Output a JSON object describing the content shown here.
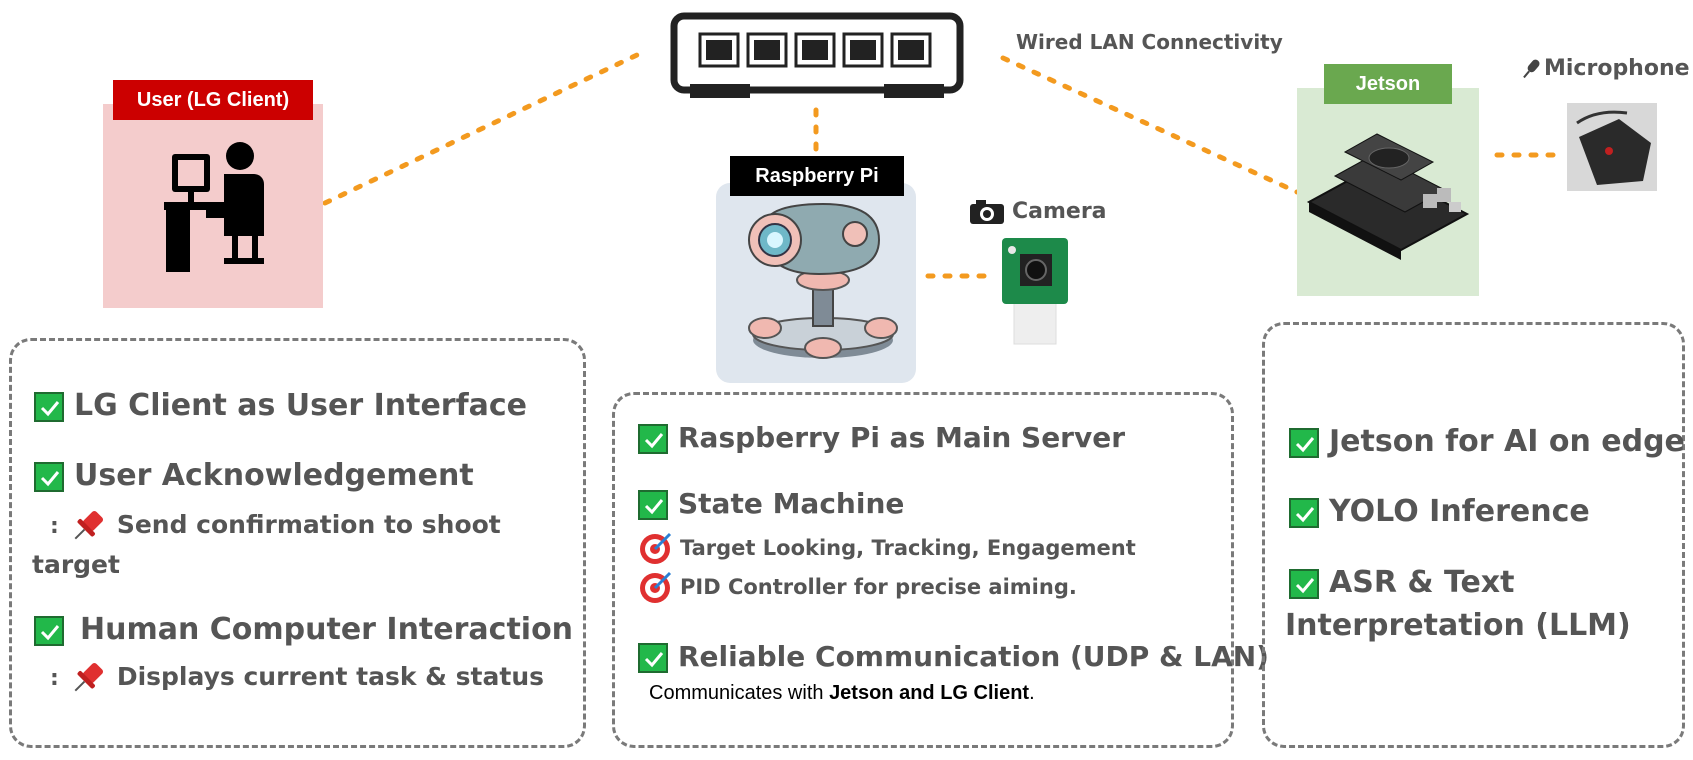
{
  "labels": {
    "user_tag": "User (LG Client)",
    "raspberry_tag": "Raspberry Pi",
    "jetson_tag": "Jetson",
    "wired_lan": "Wired LAN Connectivity",
    "camera": "Camera",
    "microphone": "Microphone"
  },
  "colors": {
    "link_dots": "#f39a1f",
    "user_tag": "#cc0000",
    "user_bg": "#f4cccc",
    "raspberry_tag": "#000000",
    "jetson_tag": "#6aa84f",
    "jetson_bg": "#d9ead3",
    "check": "#22b84a"
  },
  "user_panel": {
    "item1": "LG Client as User Interface",
    "item2": "User Acknowledgement",
    "item2_sub_a": "Send confirmation to shoot",
    "item2_sub_b": "target",
    "item3": "Human Computer Interaction",
    "item3_sub": "Displays current task & status"
  },
  "pi_panel": {
    "item1": "Raspberry Pi as Main Server",
    "item2": "State Machine",
    "item2_sub1": "Target Looking, Tracking, Engagement",
    "item2_sub2": "PID Controller for precise aiming.",
    "item3": "Reliable Communication (UDP & LAN)",
    "note_prefix": "Communicates with ",
    "note_bold": "Jetson and LG Client",
    "note_suffix": "."
  },
  "jetson_panel": {
    "item1": "Jetson for AI on edge",
    "item2": "YOLO Inference",
    "item3_a": "ASR & Text",
    "item3_b": "Interpretation (LLM)"
  },
  "icons": [
    "network-switch-icon",
    "user-computer-icon",
    "robot-icon",
    "camera-icon",
    "camera-module-icon",
    "jetson-board-icon",
    "microphone-icon",
    "microphone-device-icon",
    "checkbox-icon",
    "pushpin-icon",
    "target-icon"
  ]
}
